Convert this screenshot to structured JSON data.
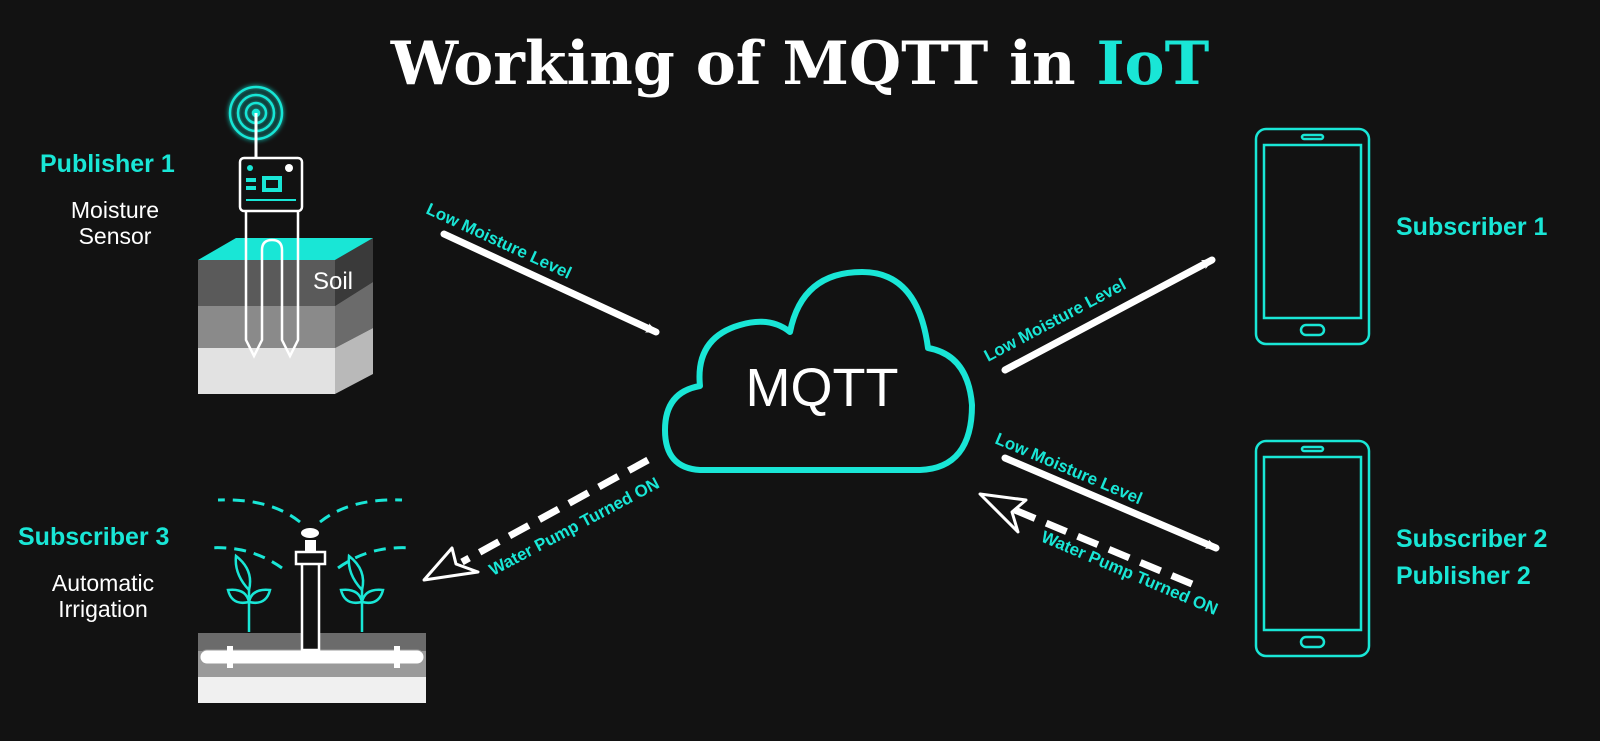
{
  "colors": {
    "accent": "#19e6d6",
    "background": "#121212",
    "text": "#ffffff"
  },
  "title": {
    "part1": "Working of MQTT in ",
    "part2": "IoT"
  },
  "broker": {
    "label": "MQTT",
    "icon": "cloud-icon"
  },
  "publisher1": {
    "role": "Publisher 1",
    "device_line1": "Moisture",
    "device_line2": "Sensor",
    "soil_label": "Soil",
    "icon": "moisture-sensor-icon"
  },
  "subscriber1": {
    "role": "Subscriber 1",
    "icon": "smartphone-icon"
  },
  "subscriber2": {
    "role_line1": "Subscriber 2",
    "role_line2": "Publisher 2",
    "icon": "smartphone-icon"
  },
  "subscriber3": {
    "role": "Subscriber 3",
    "device_line1": "Automatic",
    "device_line2": "Irrigation",
    "icon": "sprinkler-icon"
  },
  "messages": {
    "pub1_to_broker": "Low Moisture Level",
    "broker_to_sub1": "Low Moisture Level",
    "broker_to_sub2": "Low Moisture Level",
    "sub2_to_broker": "Water Pump Turned ON",
    "broker_to_sub3": "Water Pump Turned ON"
  }
}
